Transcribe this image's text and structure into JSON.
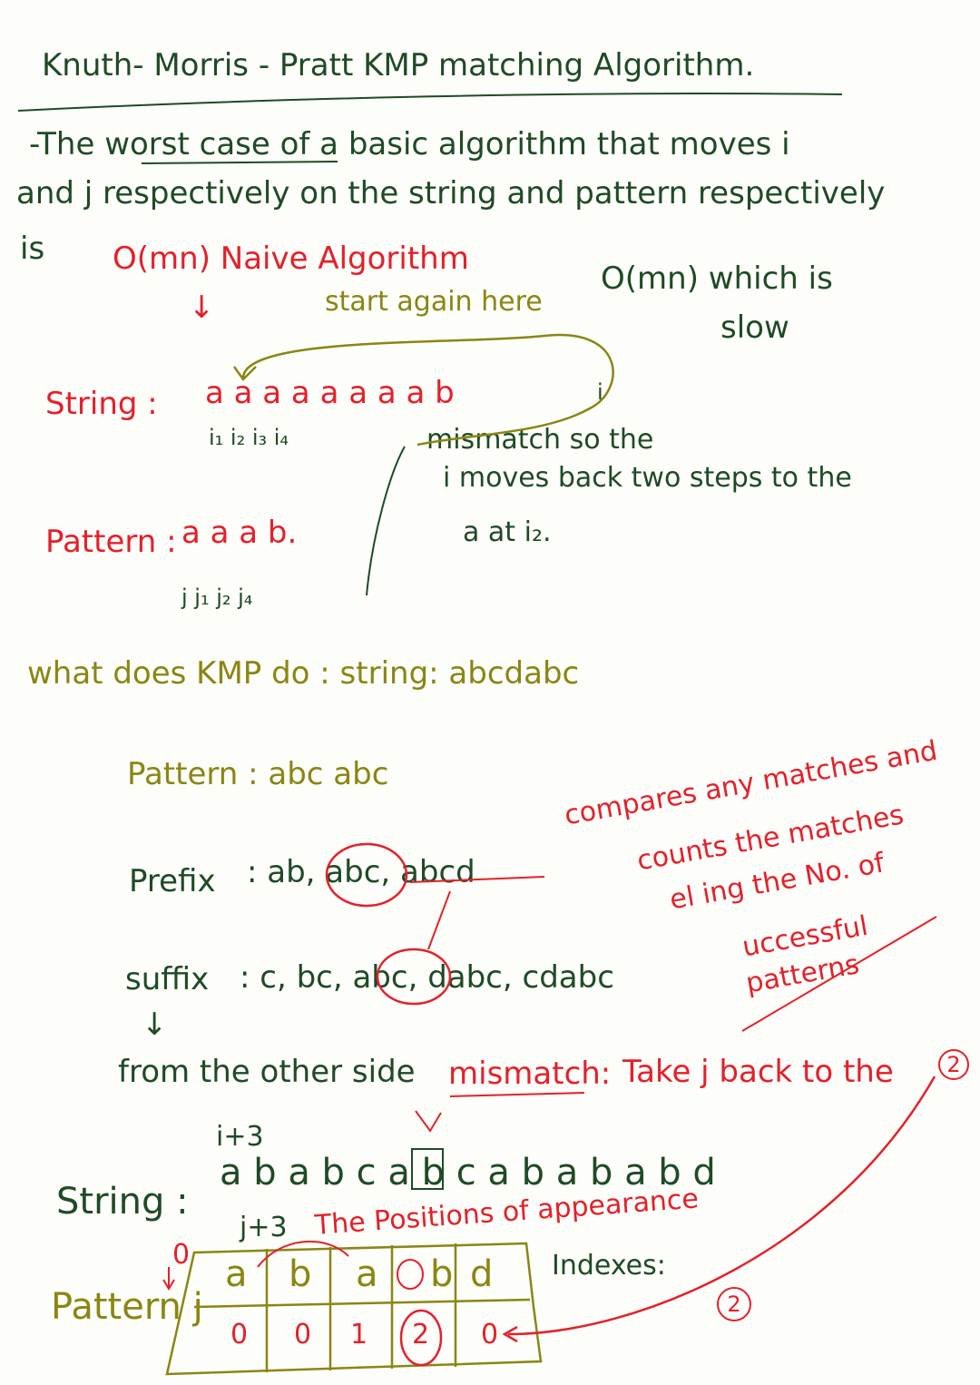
{
  "title": "Knuth- Morris - Pratt  KMP  matching  Algorithm.",
  "intro": {
    "line1": "-The  worst  case  of  a  basic  algorithm  that  moves i",
    "line2": "and  j  respectively  on  the  string  and  pattern  respectively",
    "line3_prefix": "is",
    "complexity": "O(mn)  Naive  Algorithm",
    "arrow": "↓",
    "start_again": "start  again  here",
    "slow_line1": "O(mn)  which  is",
    "slow_line2": "slow"
  },
  "naive_example": {
    "string_label": "String :",
    "string_chars": "a  a   a   a   a   a   a   a   b",
    "i_marker": "i",
    "i_indices": "i₁   i₂   i₃    i₄",
    "mismatch_line1": "mismatch  so  the",
    "mismatch_line2": "i  moves  back  two  steps  to  the",
    "mismatch_line3": "a  at  i₂.",
    "pattern_label": "Pattern :",
    "pattern_chars": "a     a   a      b.",
    "j_indices": "j    j₁    j₂     j₄"
  },
  "kmp_intro": {
    "question": "what  does  KMP  do :  string: abcdabc",
    "pattern_line": "Pattern :  abc      abc",
    "prefix_label": "Prefix",
    "prefix_values": ":  ab, abc, abcd",
    "suffix_label": "suffix",
    "suffix_values": ":  c,  bc, abc,  dabc,  cdabc",
    "suffix_arrow": "↓",
    "other_side": "from  the   other  side",
    "note_line1": "compares  any  matches  and",
    "note_line2": "counts  the  matches",
    "note_line3": "el  ing  the  No.  of",
    "note_line4": "uccessful",
    "note_line5": "patterns"
  },
  "kmp_example": {
    "mismatch_label": "mismatch:",
    "mismatch_text": "Take j back to the",
    "mismatch_circle": "2",
    "i_label": "i+3",
    "string_label": "String :",
    "string_chars": "a  b  a  b  c   a  b  c    a  b  a   b  a   b  d",
    "j_label": "j+3",
    "positions_note": "The  Positions  of  appearance",
    "zero_mark": "0",
    "pattern_label": "Pattern j",
    "pattern_cells": [
      "a",
      "b",
      "a",
      "b",
      "d"
    ],
    "index_cells": [
      "0",
      "0",
      "1",
      "2",
      "0"
    ],
    "indexes_label": "Indexes:",
    "indexes_circle": "2"
  }
}
